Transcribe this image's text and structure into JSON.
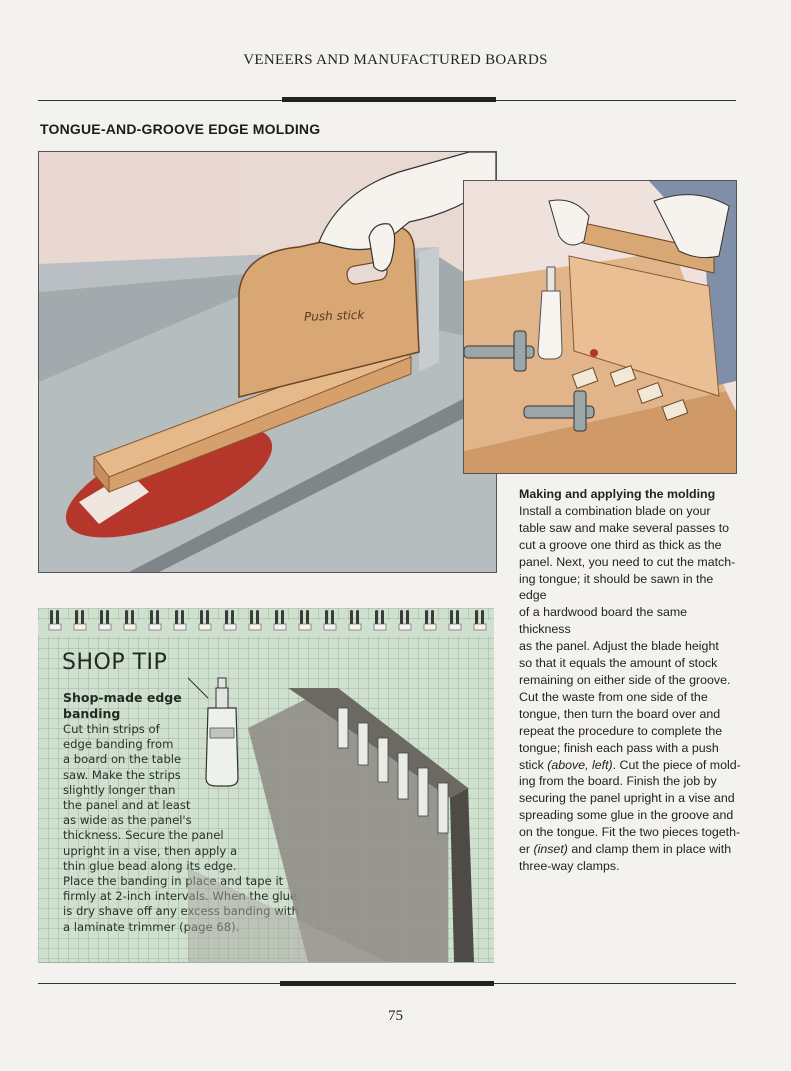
{
  "running_head": "VENEERS AND MANUFACTURED BOARDS",
  "section_title": "TONGUE-AND-GROOVE EDGE MOLDING",
  "main_illustration": {
    "push_stick_label": "Push stick"
  },
  "caption": {
    "title": "Making and applying the molding",
    "lines": [
      "Install a combination blade on your",
      "table saw and make several passes to",
      "cut a groove one third as thick as the",
      "panel. Next, you need to cut the match-",
      "ing tongue; it should be sawn in the edge",
      "of a hardwood board the same thickness",
      "as the panel. Adjust the blade height",
      "so that it equals the amount of stock",
      "remaining on either side of the groove.",
      "Cut the waste from one side of the",
      "tongue, then turn the board over and",
      "repeat the procedure to complete the",
      "tongue; finish each pass with a push",
      "stick |(above, left)|. Cut the piece of mold-",
      "ing from the board. Finish the job by",
      "securing the panel upright in a vise and",
      "spreading some glue in the groove and",
      "on the tongue. Fit the two pieces togeth-",
      "er |(inset)| and clamp them in place with",
      "three-way clamps."
    ]
  },
  "shop_tip": {
    "heading": "SHOP TIP",
    "subheading": "Shop-made edge banding",
    "lines": [
      "Cut thin strips of",
      "edge banding from",
      "a board on the table",
      "saw. Make the strips",
      "slightly longer than",
      "the panel and at least",
      "as wide as the panel's",
      "thickness. Secure the panel",
      "upright in a vise, then apply a",
      "thin glue bead along its edge.",
      "Place the banding in place and tape it",
      "firmly at 2-inch intervals. When the glue",
      "is dry shave off any excess banding with",
      "a laminate trimmer (page 68)."
    ]
  },
  "page_number": "75",
  "colors": {
    "page_bg": "#f4f2ee",
    "tip_bg": "#cfe0cf",
    "wood": "#d9a773",
    "saw_table": "#9aa3a6",
    "blade_red": "#b5362a"
  }
}
